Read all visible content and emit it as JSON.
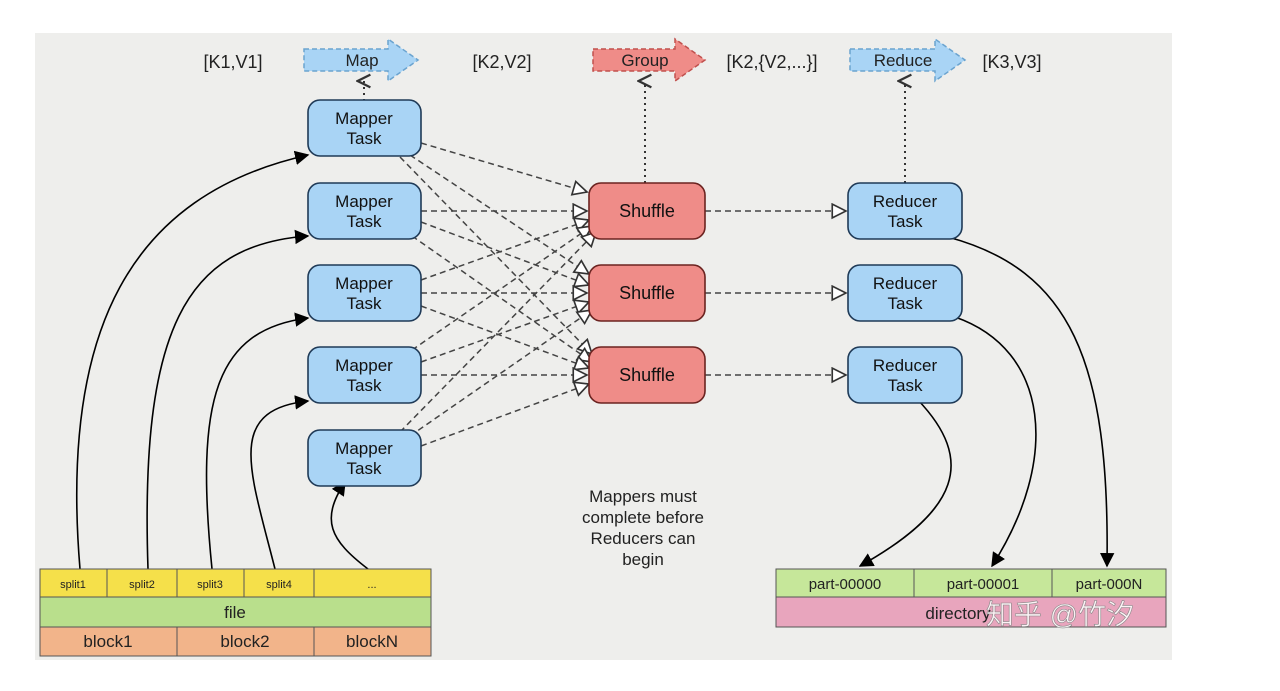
{
  "flow": {
    "k1v1": "[K1,V1]",
    "map": "Map",
    "k2v2": "[K2,V2]",
    "group": "Group",
    "k2list": "[K2,{V2,...}]",
    "reduce": "Reduce",
    "k3v3": "[K3,V3]"
  },
  "mappers": [
    {
      "line1": "Mapper",
      "line2": "Task"
    },
    {
      "line1": "Mapper",
      "line2": "Task"
    },
    {
      "line1": "Mapper",
      "line2": "Task"
    },
    {
      "line1": "Mapper",
      "line2": "Task"
    },
    {
      "line1": "Mapper",
      "line2": "Task"
    }
  ],
  "shuffles": [
    "Shuffle",
    "Shuffle",
    "Shuffle"
  ],
  "reducers": [
    {
      "line1": "Reducer",
      "line2": "Task"
    },
    {
      "line1": "Reducer",
      "line2": "Task"
    },
    {
      "line1": "Reducer",
      "line2": "Task"
    }
  ],
  "note": {
    "lines": [
      "Mappers must",
      "complete before",
      "Reducers can",
      "begin"
    ]
  },
  "input": {
    "splits": [
      "split1",
      "split2",
      "split3",
      "split4",
      "..."
    ],
    "file": "file",
    "blocks": [
      "block1",
      "block2",
      "blockN"
    ]
  },
  "output": {
    "parts": [
      "part-00000",
      "part-00001",
      "part-000N"
    ],
    "directory": "directory"
  },
  "watermark": "知乎 @竹汐",
  "colors": {
    "background": "#eeeeec",
    "task_blue": "#a9d4f5",
    "shuffle_red": "#ef8c88",
    "split_yellow": "#f5e04a",
    "file_green": "#b9df8c",
    "block_orange": "#f2b48a",
    "dir_pink": "#e8a5bd",
    "part_green": "#c6e79a"
  }
}
